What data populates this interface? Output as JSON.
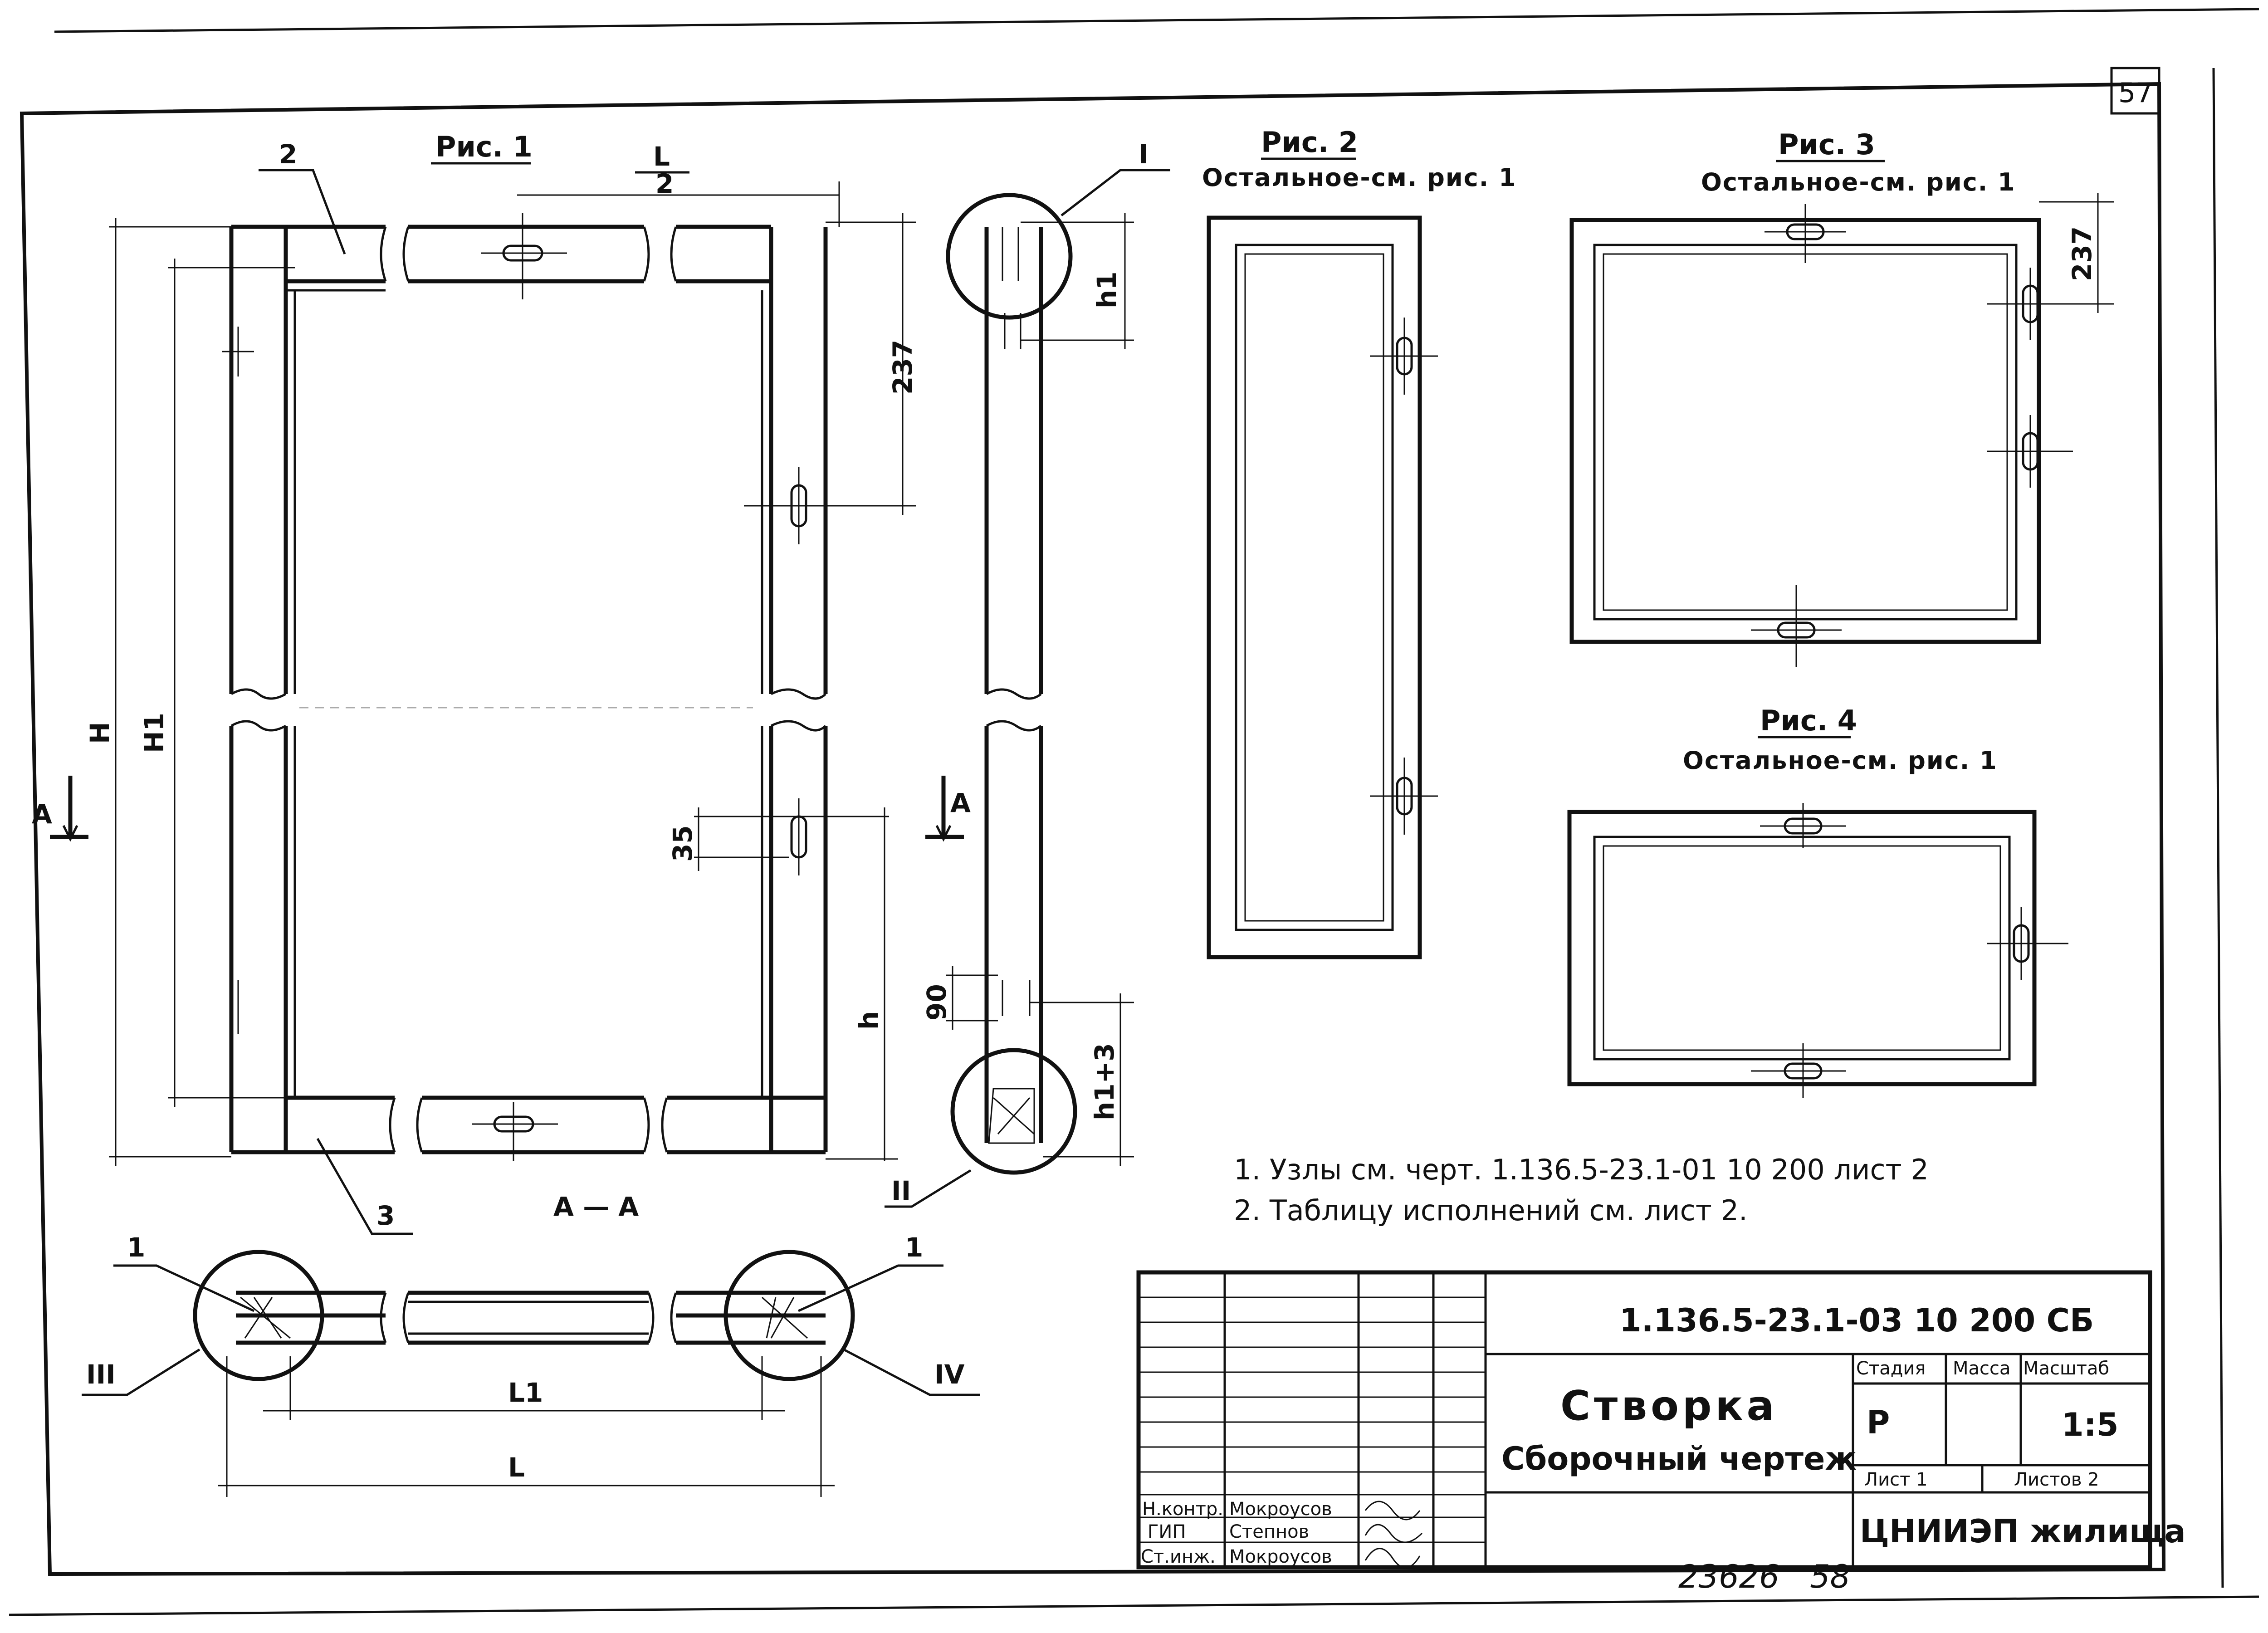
{
  "sheet_number": "57",
  "figures": {
    "fig1": {
      "title": "Рис. 1"
    },
    "fig2": {
      "title": "Рис. 2",
      "subtitle": "Остальное-см. рис. 1"
    },
    "fig3": {
      "title": "Рис. 3",
      "subtitle": "Остальное-см. рис. 1"
    },
    "fig4": {
      "title": "Рис. 4",
      "subtitle": "Остальное-см. рис. 1"
    }
  },
  "dimensions": {
    "half_l_num": "L",
    "half_l_den": "2",
    "d237_fig1": "237",
    "d237_fig3": "237",
    "H": "H",
    "H1": "H1",
    "d35": "35",
    "h": "h",
    "h1": "h1",
    "d90": "90",
    "h1_plus_3": "h1+3",
    "L1": "L1",
    "L": "L"
  },
  "markers": {
    "pos1_left": "1",
    "pos1_right": "1",
    "pos2": "2",
    "pos3": "3",
    "node_I": "I",
    "node_II": "II",
    "node_III": "III",
    "node_IV": "IV",
    "section_a_left": "А",
    "section_a_right": "А",
    "section_title": "А — А"
  },
  "notes": [
    "1. Узлы см. черт. 1.136.5-23.1-01 10 200 лист 2",
    "2. Таблицу исполнений см. лист 2."
  ],
  "title_block": {
    "document_code": "1.136.5-23.1-03 10 200 СБ",
    "title_line1": "Створка",
    "title_line2": "Сборочный чертеж",
    "stage_label": "Стадия",
    "mass_label": "Масса",
    "scale_label": "Масштаб",
    "stage_value": "Р",
    "mass_value": "",
    "scale_value": "1:5",
    "sheet_label": "Лист 1",
    "sheets_label": "Листов 2",
    "organization": "ЦНИИЭП жилища",
    "signatures": [
      {
        "role": "Н.контр.",
        "name": "Мокроусов"
      },
      {
        "role": "ГИП",
        "name": "Степнов"
      },
      {
        "role": "Ст.инж.",
        "name": "Мокроусов"
      }
    ]
  },
  "footer": {
    "inventory_number": "23626",
    "page_number": "58"
  }
}
